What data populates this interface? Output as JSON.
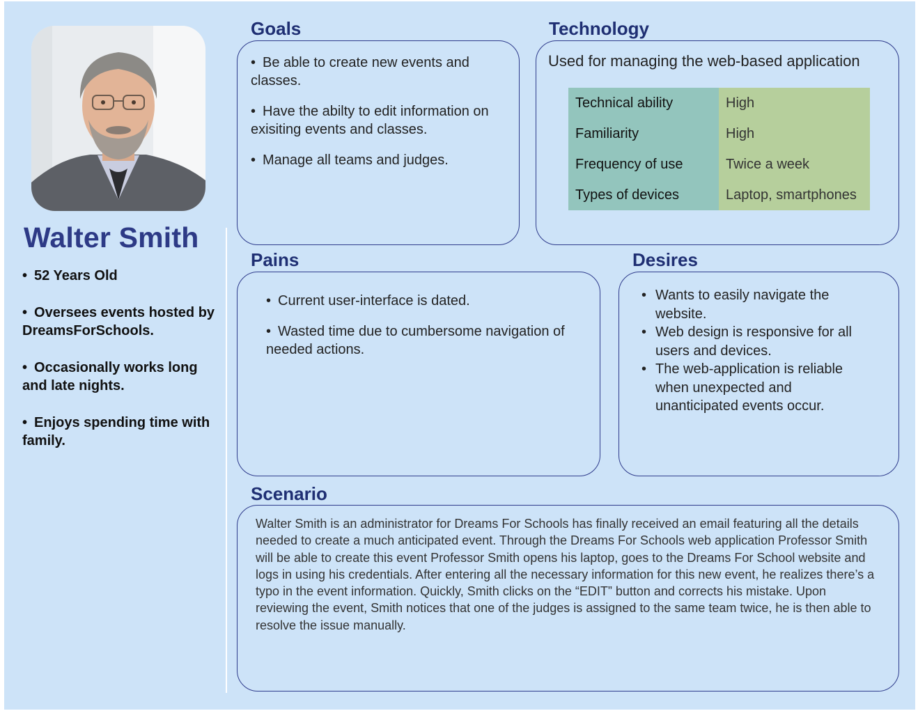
{
  "persona": {
    "name": "Walter Smith",
    "bio": [
      "52 Years Old",
      "Oversees events hosted by DreamsForSchools.",
      "Occasionally works long and late nights.",
      "Enjoys spending time with family."
    ]
  },
  "goals": {
    "title": "Goals",
    "items": [
      "Be able to create new events and classes.",
      "Have the abilty to edit information on exisiting events and classes.",
      "Manage all teams and judges."
    ]
  },
  "technology": {
    "title": "Technology",
    "intro": "Used for managing the web-based application",
    "rows": [
      {
        "key": "Technical ability",
        "value": "High"
      },
      {
        "key": "Familiarity",
        "value": "High"
      },
      {
        "key": "Frequency of use",
        "value": "Twice a week"
      },
      {
        "key": "Types of devices",
        "value": "Laptop, smartphones"
      }
    ]
  },
  "pains": {
    "title": "Pains",
    "items": [
      "Current user-interface is dated.",
      "Wasted time due to cumbersome navigation of needed actions."
    ]
  },
  "desires": {
    "title": "Desires",
    "items": [
      "Wants to easily navigate the website.",
      "Web design is responsive for all users and devices.",
      "The web-application is reliable when unexpected and unanticipated events occur."
    ]
  },
  "scenario": {
    "title": "Scenario",
    "text": "Walter Smith is an administrator for Dreams For Schools has finally received an email featuring all the details needed to create a much anticipated event. Through the Dreams For Schools web application Professor Smith will be able to create this event Professor Smith opens his laptop, goes to the Dreams For School website and logs in using his credentials. After entering all the necessary information for this new event, he realizes there’s a typo in the event information. Quickly, Smith clicks on the “EDIT” button and corrects his mistake. Upon reviewing the event, Smith notices that one of the judges is assigned to the same team twice, he is then able to resolve the issue manually."
  },
  "colors": {
    "background": "#cde3f8",
    "title": "#2d3a86",
    "card_border": "#2e3b8c",
    "table_key": "#93c5bd",
    "table_value": "#b6cf9c"
  }
}
